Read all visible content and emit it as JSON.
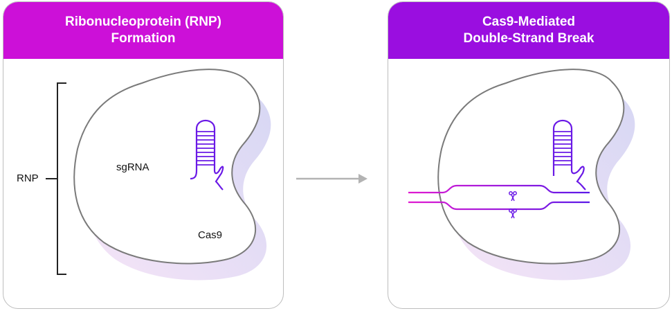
{
  "panels": [
    {
      "title": "Ribonucleoprotein (RNP)\nFormation",
      "header_color": "#cc10d8"
    },
    {
      "title": "Cas9-Mediated\nDouble-Strand Break",
      "header_color": "#9a0ee0"
    }
  ],
  "labels": {
    "rnp": "RNP",
    "sgrna": "sgRNA",
    "cas9": "Cas9"
  },
  "icons": {
    "cut_site": "scissors-icon"
  },
  "colors": {
    "magenta": "#d916d6",
    "violet": "#6a19e6",
    "outline": "#7a7a7a",
    "shadow": "#dcd8f3"
  }
}
